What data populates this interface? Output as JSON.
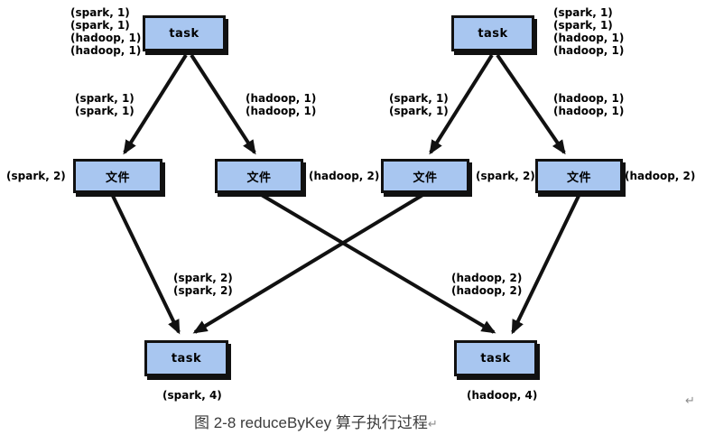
{
  "diagram": {
    "nodes": [
      {
        "id": "task-top-left",
        "label": "task"
      },
      {
        "id": "task-top-right",
        "label": "task"
      },
      {
        "id": "file-left-1",
        "label": "文件"
      },
      {
        "id": "file-left-2",
        "label": "文件"
      },
      {
        "id": "file-right-1",
        "label": "文件"
      },
      {
        "id": "file-right-2",
        "label": "文件"
      },
      {
        "id": "task-bottom-left",
        "label": "task"
      },
      {
        "id": "task-bottom-right",
        "label": "task"
      }
    ],
    "labels": [
      {
        "id": "input-records-left",
        "lines": [
          "(spark, 1)",
          "(spark, 1)",
          "(hadoop, 1)",
          "(hadoop, 1)"
        ]
      },
      {
        "id": "edge-left-spark",
        "lines": [
          "(spark, 1)",
          "(spark, 1)"
        ]
      },
      {
        "id": "edge-left-hadoop",
        "lines": [
          "(hadoop, 1)",
          "(hadoop, 1)"
        ]
      },
      {
        "id": "file-left-1-result",
        "lines": [
          "(spark, 2)"
        ]
      },
      {
        "id": "file-left-2-result",
        "lines": [
          "(hadoop, 2)"
        ]
      },
      {
        "id": "input-records-right",
        "lines": [
          "(spark, 1)",
          "(spark, 1)",
          "(hadoop, 1)",
          "(hadoop, 1)"
        ]
      },
      {
        "id": "edge-right-spark",
        "lines": [
          "(spark, 1)",
          "(spark, 1)"
        ]
      },
      {
        "id": "edge-right-hadoop",
        "lines": [
          "(hadoop, 1)",
          "(hadoop, 1)"
        ]
      },
      {
        "id": "file-right-1-result",
        "lines": [
          "(spark, 2)"
        ]
      },
      {
        "id": "file-right-2-result",
        "lines": [
          "(hadoop, 2)"
        ]
      },
      {
        "id": "reduce-edge-left",
        "lines": [
          "(spark, 2)",
          "(spark, 2)"
        ]
      },
      {
        "id": "reduce-edge-right",
        "lines": [
          "(hadoop, 2)",
          "(hadoop, 2)"
        ]
      },
      {
        "id": "final-result-left",
        "lines": [
          "(spark, 4)"
        ]
      },
      {
        "id": "final-result-right",
        "lines": [
          "(hadoop, 4)"
        ]
      }
    ],
    "caption": "图 2-8 reduceByKey 算子执行过程",
    "paragraph_mark": "↵",
    "colors": {
      "node_fill": "#a8c6f0",
      "node_border": "#111111",
      "arrow": "#111111",
      "label_text": "#000000",
      "caption_text": "#3b3b3b",
      "paragraph_mark": "#8c8c8c"
    }
  }
}
